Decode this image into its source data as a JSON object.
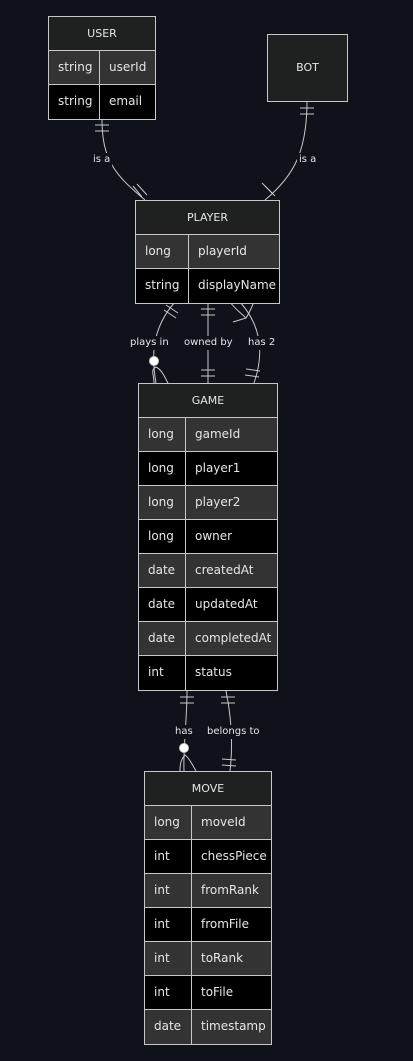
{
  "entities": {
    "user": {
      "title": "USER",
      "attrs": [
        {
          "type": "string",
          "name": "userId"
        },
        {
          "type": "string",
          "name": "email"
        }
      ]
    },
    "bot": {
      "title": "BOT",
      "attrs": []
    },
    "player": {
      "title": "PLAYER",
      "attrs": [
        {
          "type": "long",
          "name": "playerId"
        },
        {
          "type": "string",
          "name": "displayName"
        }
      ]
    },
    "game": {
      "title": "GAME",
      "attrs": [
        {
          "type": "long",
          "name": "gameId"
        },
        {
          "type": "long",
          "name": "player1"
        },
        {
          "type": "long",
          "name": "player2"
        },
        {
          "type": "long",
          "name": "owner"
        },
        {
          "type": "date",
          "name": "createdAt"
        },
        {
          "type": "date",
          "name": "updatedAt"
        },
        {
          "type": "date",
          "name": "completedAt"
        },
        {
          "type": "int",
          "name": "status"
        }
      ]
    },
    "move": {
      "title": "MOVE",
      "attrs": [
        {
          "type": "long",
          "name": "moveId"
        },
        {
          "type": "int",
          "name": "chessPiece"
        },
        {
          "type": "int",
          "name": "fromRank"
        },
        {
          "type": "int",
          "name": "fromFile"
        },
        {
          "type": "int",
          "name": "toRank"
        },
        {
          "type": "int",
          "name": "toFile"
        },
        {
          "type": "date",
          "name": "timestamp"
        }
      ]
    }
  },
  "relationships": {
    "user_player": "is a",
    "bot_player": "is a",
    "player_game_plays_in": "plays in",
    "player_game_owned_by": "owned by",
    "player_game_has_2": "has 2",
    "game_move_has": "has",
    "game_move_belongs_to": "belongs to"
  },
  "colors": {
    "background": "#0f121a",
    "header": "#1f2020",
    "row_odd": "#333333",
    "row_even": "#000000",
    "line": "#c8c8c8"
  }
}
